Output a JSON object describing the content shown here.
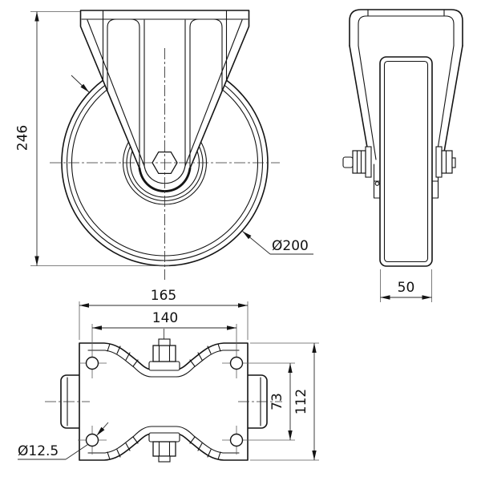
{
  "dimensions": {
    "overall_height": "246",
    "wheel_diameter": "Ø200",
    "wheel_width": "50",
    "plate_length": "165",
    "hole_spacing_length": "140",
    "hole_spacing_width": "73",
    "plate_width": "112",
    "hole_diameter": "Ø12.5"
  },
  "colors": {
    "line": "#141414",
    "background": "#ffffff"
  }
}
